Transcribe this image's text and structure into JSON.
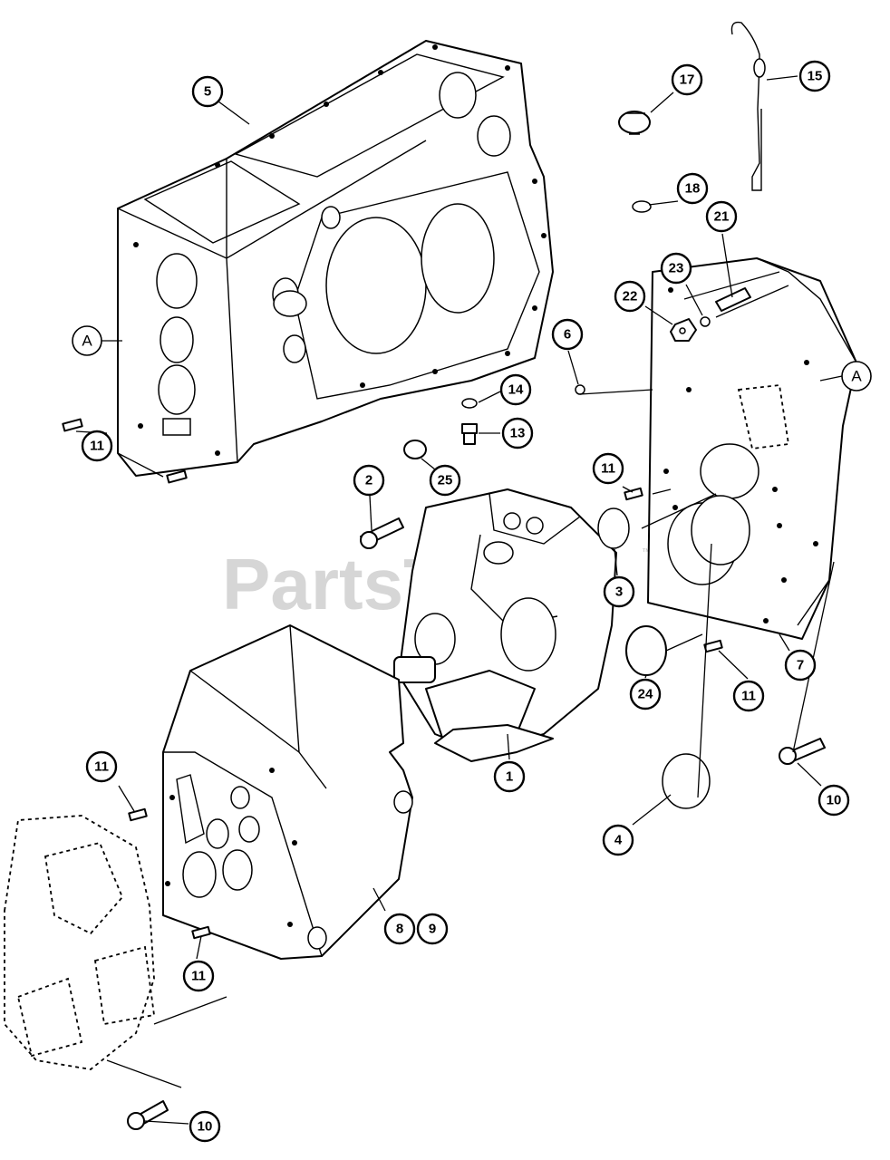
{
  "watermark": {
    "text": "PartsTree",
    "trademark": "™"
  },
  "callouts": [
    "5",
    "17",
    "15",
    "18",
    "21",
    "23",
    "22",
    "6",
    "14",
    "13",
    "25",
    "2",
    "11",
    "3",
    "7",
    "24",
    "1",
    "4",
    "10",
    "8",
    "9"
  ],
  "references": [
    "A"
  ],
  "colors": {
    "ink": "#000000",
    "paper": "#ffffff",
    "watermark": "#c9c9c9"
  }
}
